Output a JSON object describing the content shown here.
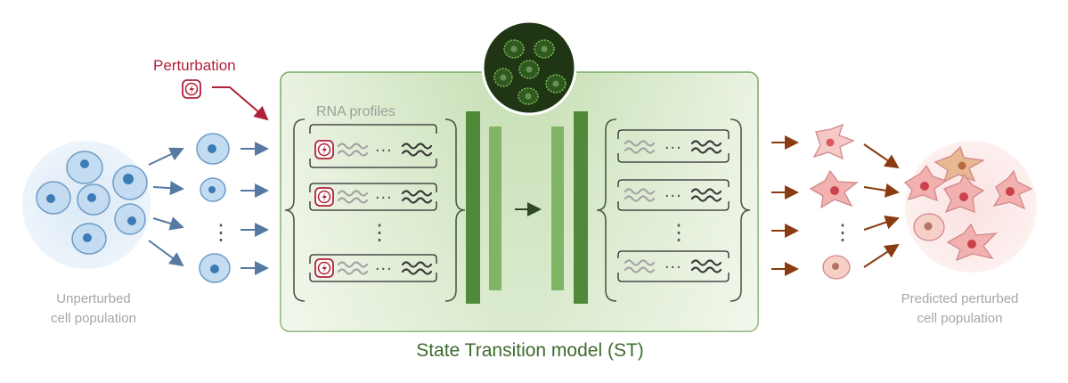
{
  "labels": {
    "perturbation": "Perturbation",
    "rna_profiles": "RNA profiles",
    "input_caption_line1": "Unperturbed",
    "input_caption_line2": "cell population",
    "output_caption_line1": "Predicted perturbed",
    "output_caption_line2": "cell population",
    "model_title": "State Transition model (ST)",
    "ellipsis": "...",
    "vertical_ellipsis": "⋮"
  },
  "colors": {
    "perturbation": "#b0213a",
    "model_green": "#3e6b2d",
    "input_cell": "#3d7bb5",
    "output_cell": "#d95b60",
    "arrow_input": "#5679a1",
    "arrow_output": "#8a3b12"
  },
  "icons": {
    "perturbation": "lightning-bolt-icon",
    "expression": "wave-icon"
  }
}
